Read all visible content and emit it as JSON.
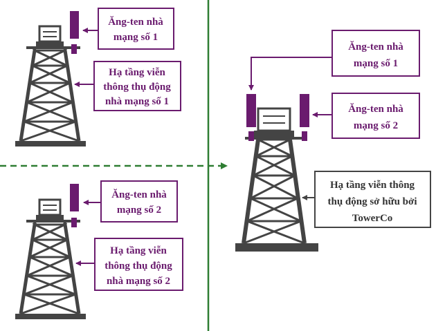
{
  "colors": {
    "divider_green": "#2e7d32",
    "antenna_purple": "#6a1b6e",
    "tower_gray": "#444444",
    "infra_box_border": "#444444",
    "text": "#333333"
  },
  "scenarios": {
    "operator1": {
      "antenna_label": [
        "Ăng-ten nhà",
        "mạng số 1"
      ],
      "infra_label": [
        "Hạ tầng viễn",
        "thông thụ động",
        "nhà mạng số 1"
      ]
    },
    "operator2": {
      "antenna_label": [
        "Ăng-ten nhà",
        "mạng số 2"
      ],
      "infra_label": [
        "Hạ tầng viễn",
        "thông thụ động",
        "nhà mạng số 2"
      ]
    },
    "shared": {
      "antenna1_label": [
        "Ăng-ten nhà",
        "mạng số 1"
      ],
      "antenna2_label": [
        "Ăng-ten nhà",
        "mạng số 2"
      ],
      "infra_label": [
        "Hạ tầng viễn thông",
        "thụ động sở hữu bởi",
        "TowerCo"
      ]
    }
  }
}
